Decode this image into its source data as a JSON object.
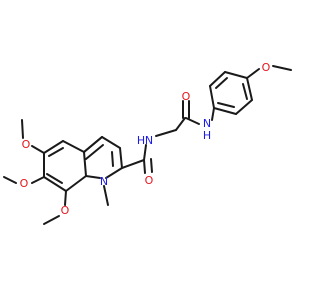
{
  "labels": {
    "o_methoxy_top": "O",
    "o_methoxy_5": "O",
    "o_methoxy_6": "O",
    "o_methoxy_7": "O",
    "o_carbonyl_amide1": "O",
    "o_carbonyl_amide2": "O",
    "n_indole": "N",
    "n_amide1": "N",
    "h_amide1": "H",
    "n_amide2": "N",
    "h_amide2": "H"
  },
  "colors": {
    "bond": "#1a1a1a",
    "oxygen": "#e8141c",
    "nitrogen": "#1c1ce6",
    "background": "#ffffff"
  }
}
